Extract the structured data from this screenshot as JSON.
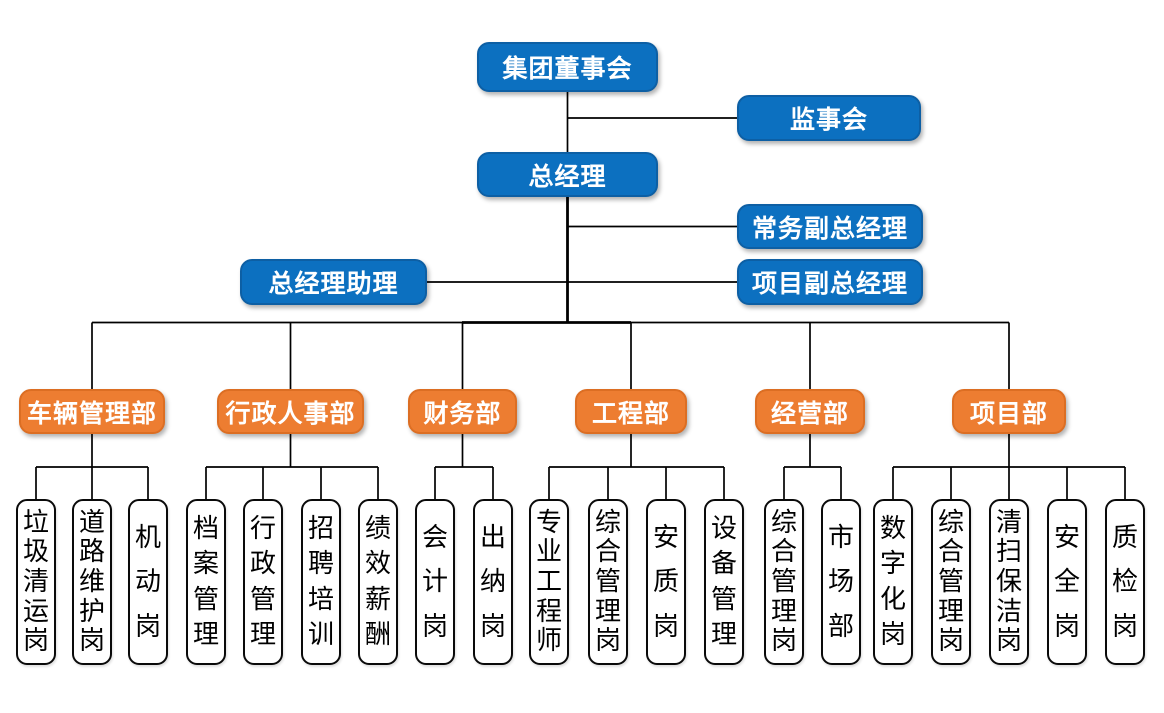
{
  "nodes": {
    "board": "集团董事会",
    "supervisory": "监事会",
    "general_manager": "总经理",
    "executive_deputy_gm": "常务副总经理",
    "gm_assistant": "总经理助理",
    "project_deputy_gm": "项目副总经理"
  },
  "departments": [
    {
      "label": "车辆管理部",
      "children": [
        "垃圾清运岗",
        "道路维护岗",
        "机动岗"
      ]
    },
    {
      "label": "行政人事部",
      "children": [
        "档案管理",
        "行政管理",
        "招聘培训",
        "绩效薪酬"
      ]
    },
    {
      "label": "财务部",
      "children": [
        "会计岗",
        "出纳岗"
      ]
    },
    {
      "label": "工程部",
      "children": [
        "专业工程师",
        "综合管理岗",
        "安质岗",
        "设备管理"
      ]
    },
    {
      "label": "经营部",
      "children": [
        "综合管理岗",
        "市场部"
      ]
    },
    {
      "label": "项目部",
      "children": [
        "数字化岗",
        "综合管理岗",
        "清扫保洁岗",
        "安全岗",
        "质检岗"
      ]
    }
  ],
  "colors": {
    "node_blue": "#0c70c0",
    "node_blue_border": "#0d5fa4",
    "node_orange": "#ed7d31",
    "node_orange_border": "#dc6e23",
    "leaf_background": "#ffffff",
    "leaf_border": "#0a0a0a",
    "connector": "#000000",
    "text_on_color": "#ffffff",
    "text_on_leaf": "#000000"
  }
}
